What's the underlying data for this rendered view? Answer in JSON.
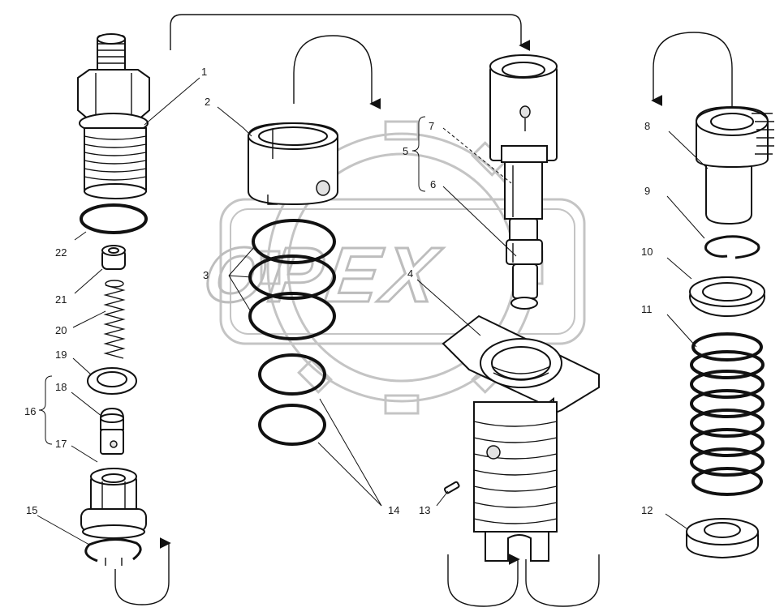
{
  "watermark": {
    "text": "OPEX"
  },
  "callouts": [
    {
      "id": "1",
      "text": "1"
    },
    {
      "id": "2",
      "text": "2"
    },
    {
      "id": "3",
      "text": "3"
    },
    {
      "id": "4",
      "text": "4"
    },
    {
      "id": "5",
      "text": "5"
    },
    {
      "id": "6",
      "text": "6"
    },
    {
      "id": "7",
      "text": "7"
    },
    {
      "id": "8",
      "text": "8"
    },
    {
      "id": "9",
      "text": "9"
    },
    {
      "id": "10",
      "text": "10"
    },
    {
      "id": "11",
      "text": "11"
    },
    {
      "id": "12",
      "text": "12"
    },
    {
      "id": "13",
      "text": "13"
    },
    {
      "id": "14",
      "text": "14"
    },
    {
      "id": "15",
      "text": "15"
    },
    {
      "id": "16",
      "text": "16"
    },
    {
      "id": "17",
      "text": "17"
    },
    {
      "id": "18",
      "text": "18"
    },
    {
      "id": "19",
      "text": "19"
    },
    {
      "id": "20",
      "text": "20"
    },
    {
      "id": "21",
      "text": "21"
    },
    {
      "id": "22",
      "text": "22"
    }
  ]
}
